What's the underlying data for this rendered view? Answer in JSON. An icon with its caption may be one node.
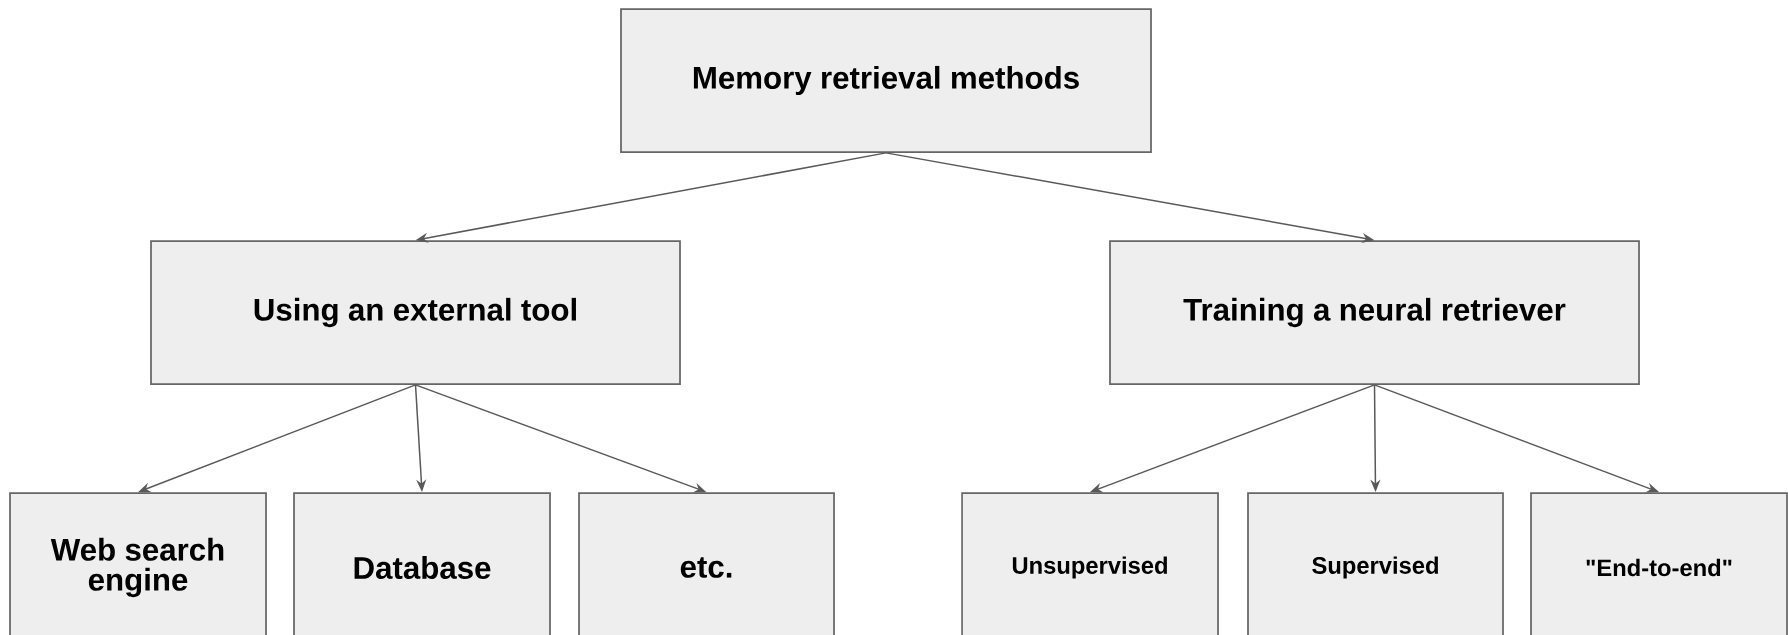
{
  "diagram": {
    "nodes": [
      {
        "text": [
          "Memory retrieval methods"
        ]
      },
      {
        "text": [
          "Using an external tool"
        ]
      },
      {
        "text": [
          "Training a neural retriever"
        ]
      },
      {
        "text": [
          "Web search engine"
        ]
      },
      {
        "text": [
          "Database"
        ]
      },
      {
        "text": [
          "etc."
        ]
      },
      {
        "text": [
          "Unsupervised"
        ]
      },
      {
        "text": [
          "Supervised"
        ]
      },
      {
        "text": [
          "\"End-to-end\""
        ]
      }
    ],
    "edges": [
      {
        "from": 0,
        "to": 1,
        "arrow": "to"
      },
      {
        "from": 0,
        "to": 2,
        "arrow": "to"
      },
      {
        "from": 1,
        "to": 3,
        "arrow": "to"
      },
      {
        "from": 1,
        "to": 4,
        "arrow": "to"
      },
      {
        "from": 1,
        "to": 5,
        "arrow": "to"
      },
      {
        "from": 2,
        "to": 6,
        "arrow": "to"
      },
      {
        "from": 2,
        "to": 7,
        "arrow": "to"
      },
      {
        "from": 2,
        "to": 8,
        "arrow": "to"
      }
    ]
  }
}
